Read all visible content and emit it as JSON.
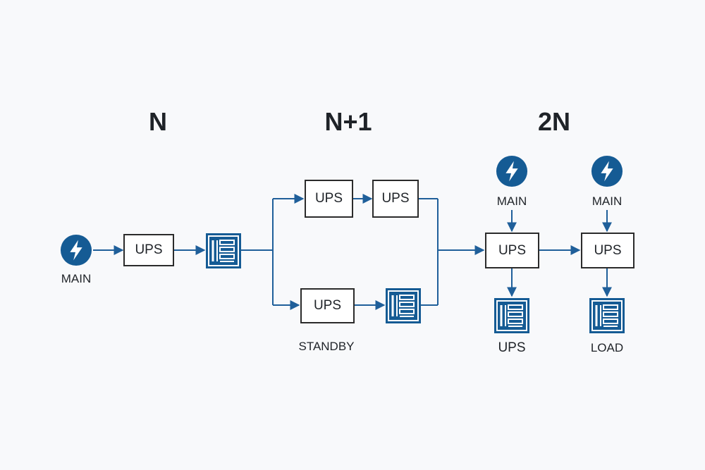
{
  "titles": {
    "n": "N",
    "n_plus_1": "N+1",
    "two_n": "2N"
  },
  "n": {
    "source_label": "MAIN",
    "ups_label": "UPS"
  },
  "n_plus_1": {
    "ups_top_a": "UPS",
    "ups_top_b": "UPS",
    "ups_standby": "UPS",
    "standby_label": "STANDBY"
  },
  "two_n": {
    "main_a_label": "MAIN",
    "main_b_label": "MAIN",
    "ups_a": "UPS",
    "ups_b": "UPS",
    "load_a_label": "UPS",
    "load_b_label": "LOAD"
  },
  "colors": {
    "accent": "#155b94",
    "line": "#1f5f9a",
    "box_border": "#2b2b2b",
    "background": "#f8f9fb"
  },
  "icons": {
    "power_source": "lightning-bolt-icon",
    "load": "server-rack-icon"
  }
}
